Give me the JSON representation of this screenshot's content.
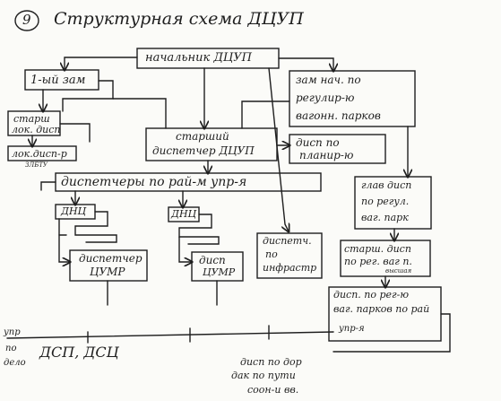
{
  "header": {
    "number": "9",
    "title": "Структурная схема ДЦУП"
  },
  "boxes": {
    "head": "начальник ДЦУП",
    "first_deputy": "1-ый зам",
    "deputy_line1": "зам нач. по",
    "deputy_line2": "регулир-ю",
    "deputy_line3": "вагонн. парков",
    "senior_loc_line1": "старш",
    "senior_loc_line2": "лок. дисп",
    "loc_disp": "лок.дисп-р",
    "loc_disp_small": "ЗЛБТУ",
    "senior_dispatcher_line1": "старший",
    "senior_dispatcher_line2": "диспетчер ДЦУП",
    "plan_disp_line1": "дисп по",
    "plan_disp_line2": "планир-ю",
    "district_dispatchers": "диспетчеры по рай-м упр-я",
    "dnc_left": "ДНЦ",
    "dnc_middle": "ДНЦ",
    "cump_disp_line1": "диспетчер",
    "cump_disp_line2": "ЦУМР",
    "cump_disp2_line1": "дисп",
    "cump_disp2_line2": "ЦУМР",
    "infra_disp_line1": "диспетч.",
    "infra_disp_line2": "по",
    "infra_disp_line3": "инфрастр",
    "chief_regulation_line1": "глав дисп",
    "chief_regulation_line2": "по регул.",
    "chief_regulation_line3": "ваг. парк",
    "senior_regulation_line1": "старш. дисп",
    "senior_regulation_line2": "по рег. ваг п.",
    "senior_regulation_small": "высшая",
    "regulation_disp_line1": "дисп. по рег-ю",
    "regulation_disp_line2": "ваг. парков по рай",
    "regulation_disp_line3": "упр-я"
  },
  "bottom": {
    "side_line1": "упр",
    "side_line2": "по",
    "side_line3": "дело",
    "dsp": "ДСП, ДСЦ",
    "note_line1": "дисп по дор",
    "note_line2": "дак по пути",
    "note_line3": "соон-и вв."
  }
}
